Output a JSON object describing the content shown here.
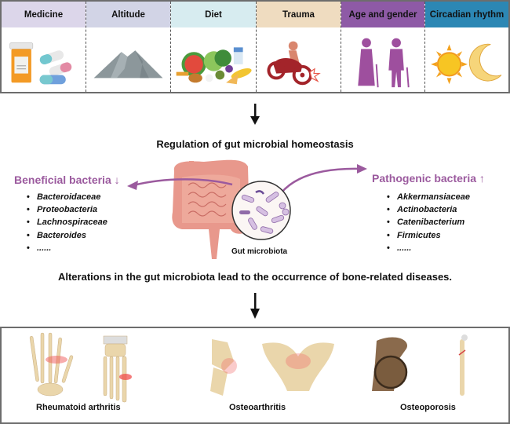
{
  "factors": [
    {
      "label": "Medicine",
      "icon": "medicine-pills-icon",
      "header_color": "#dcd6ea",
      "text_color": "#111111"
    },
    {
      "label": "Altitude",
      "icon": "mountain-icon",
      "header_color": "#d2d4e6",
      "text_color": "#111111"
    },
    {
      "label": "Diet",
      "icon": "food-icon",
      "header_color": "#d7ecf0",
      "text_color": "#111111"
    },
    {
      "label": "Trauma",
      "icon": "motorcycle-crash-icon",
      "header_color": "#efdcc0",
      "text_color": "#111111"
    },
    {
      "label": "Age and gender",
      "icon": "elderly-people-icon",
      "header_color": "#8e5aa6",
      "text_color": "#111111"
    },
    {
      "label": "Circadian rhythm",
      "icon": "sun-moon-icon",
      "header_color": "#2c87b4",
      "text_color": "#111111"
    }
  ],
  "regulation_title": "Regulation of gut microbial homeostasis",
  "beneficial": {
    "heading": "Beneficial bacteria ↓",
    "items": [
      "Bacteroidaceae",
      "Proteobacteria",
      "Lachnospiraceae",
      "Bacteroides",
      "......"
    ]
  },
  "pathogenic": {
    "heading": "Pathogenic bacteria ↑",
    "items": [
      "Akkermansiaceae",
      "Actinobacteria",
      "Catenibacterium",
      "Firmicutes",
      "......"
    ]
  },
  "gut_label": "Gut microbiota",
  "alterations_title": "Alterations in the gut microbiota lead to the occurrence of bone-related diseases.",
  "diseases": [
    {
      "label": "Rheumatoid arthritis",
      "icon": "hand-foot-bones-icon"
    },
    {
      "label": "Osteoarthritis",
      "icon": "knee-pelvis-icon"
    },
    {
      "label": "Osteoporosis",
      "icon": "femur-bone-icon"
    }
  ],
  "accent_color": "#9b5a9e"
}
